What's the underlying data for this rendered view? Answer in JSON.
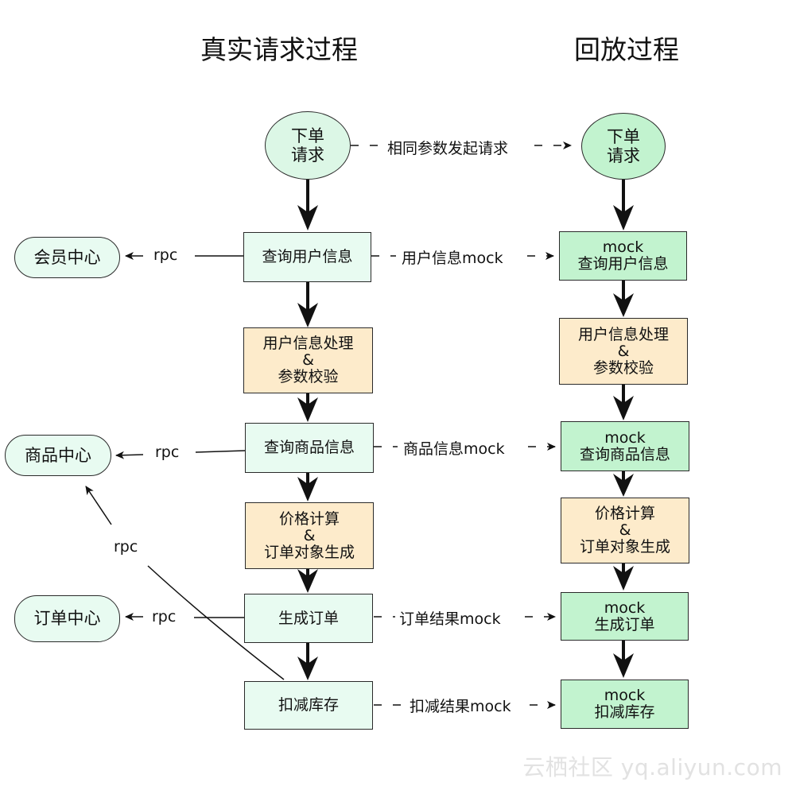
{
  "titles": {
    "real": "真实请求过程",
    "replay": "回放过程"
  },
  "left": {
    "start": [
      "下单",
      "请求"
    ],
    "query_user": "查询用户信息",
    "user_process": [
      "用户信息处理",
      "&",
      "参数校验"
    ],
    "query_product": "查询商品信息",
    "price": [
      "价格计算",
      "&",
      "订单对象生成"
    ],
    "create_order": "生成订单",
    "deduct_stock": "扣减库存"
  },
  "right": {
    "start": [
      "下单",
      "请求"
    ],
    "query_user": [
      "mock",
      "查询用户信息"
    ],
    "user_process": [
      "用户信息处理",
      "&",
      "参数校验"
    ],
    "query_product": [
      "mock",
      "查询商品信息"
    ],
    "price": [
      "价格计算",
      "&",
      "订单对象生成"
    ],
    "create_order": [
      "mock",
      "生成订单"
    ],
    "deduct_stock": [
      "mock",
      "扣减库存"
    ]
  },
  "services": {
    "member": "会员中心",
    "product": "商品中心",
    "order": "订单中心"
  },
  "edge_labels": {
    "same_params": "相同参数发起请求",
    "user_mock": "用户信息mock",
    "product_mock": "商品信息mock",
    "order_mock": "订单结果mock",
    "stock_mock": "扣减结果mock",
    "rpc": "rpc"
  },
  "watermark": "云栖社区 yq.aliyun.com"
}
